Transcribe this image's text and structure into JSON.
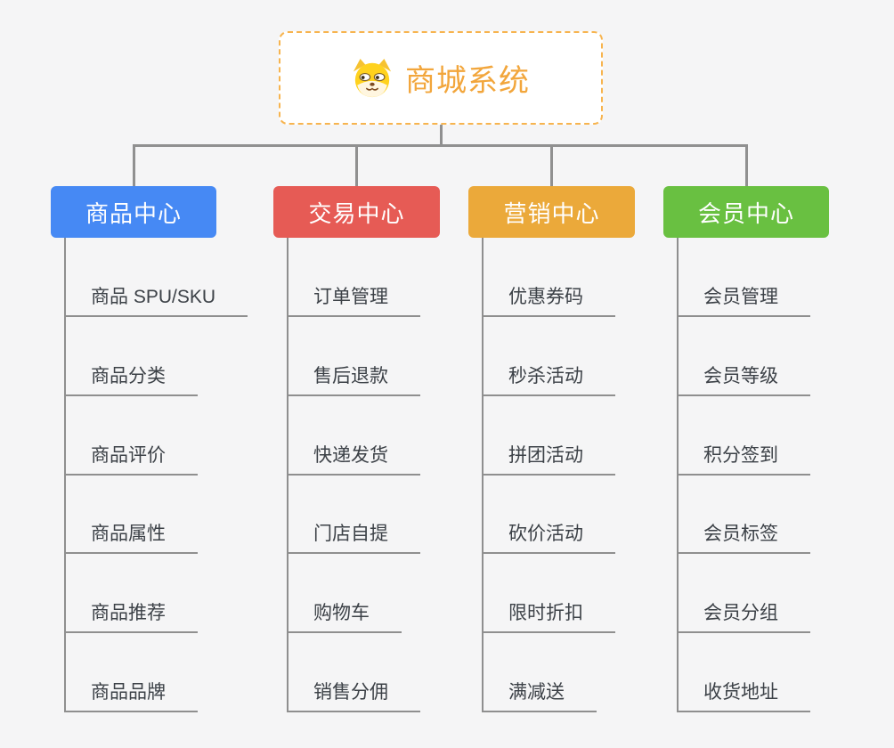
{
  "page": {
    "background_color": "#f5f5f6",
    "connector_color": "#909090"
  },
  "root": {
    "title": "商城系统",
    "icon": "dog-face-icon",
    "text_color": "#f2a63c",
    "border_color": "#f7b44f"
  },
  "branches": [
    {
      "label": "商品中心",
      "color": "#4689f4",
      "children": [
        "商品 SPU/SKU",
        "商品分类",
        "商品评价",
        "商品属性",
        "商品推荐",
        "商品品牌"
      ]
    },
    {
      "label": "交易中心",
      "color": "#e65b55",
      "children": [
        "订单管理",
        "售后退款",
        "快递发货",
        "门店自提",
        "购物车",
        "销售分佣"
      ]
    },
    {
      "label": "营销中心",
      "color": "#eba93a",
      "children": [
        "优惠券码",
        "秒杀活动",
        "拼团活动",
        "砍价活动",
        "限时折扣",
        "满减送"
      ]
    },
    {
      "label": "会员中心",
      "color": "#69c041",
      "children": [
        "会员管理",
        "会员等级",
        "积分签到",
        "会员标签",
        "会员分组",
        "收货地址"
      ]
    }
  ]
}
